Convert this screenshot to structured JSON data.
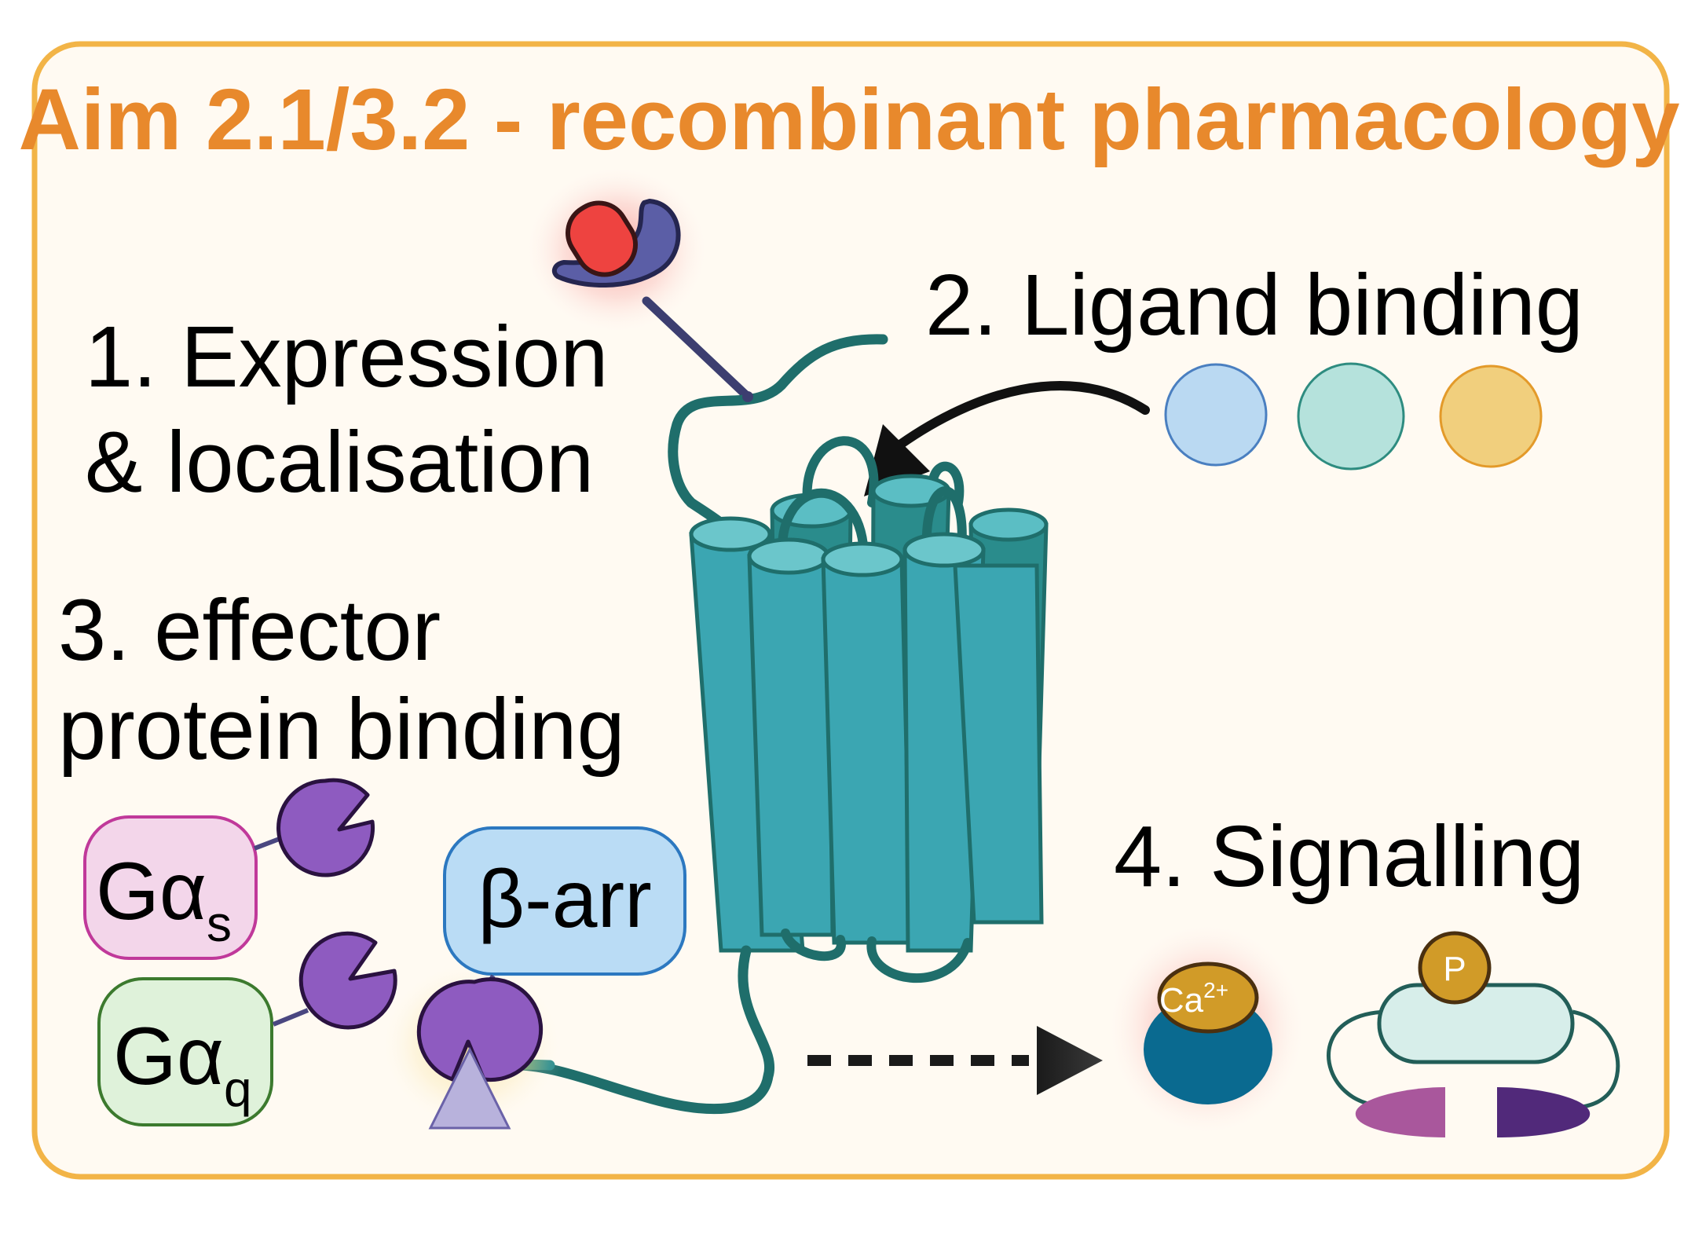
{
  "title": "Aim 2.1/3.2 - recombinant pharmacology",
  "steps": {
    "expression_line1": "1. Expression",
    "expression_line2": "& localisation",
    "ligand": "2. Ligand binding",
    "effector_line1": "3. effector",
    "effector_line2": "protein binding",
    "signalling": "4. Signalling"
  },
  "effectors": {
    "gas_main": "Gα",
    "gas_sub": "s",
    "gaq_main": "Gα",
    "gaq_sub": "q",
    "barr": "β-arr"
  },
  "signals": {
    "calcium": "Ca",
    "calcium_charge": "2+",
    "phospho": "P"
  },
  "colors": {
    "title": "#E8892C",
    "frame_border": "#F2B447",
    "frame_fill": "#FFFAF2",
    "receptor": "#3BA6B2",
    "receptor_dark": "#2A8C8C",
    "receptor_outline": "#1F6E6B",
    "ligand_blue": "#BAD9F2",
    "ligand_teal": "#B5E2DC",
    "ligand_yellow": "#F1CF7D",
    "gas_fill": "#F3D6EA",
    "gas_border": "#C0399A",
    "gaq_fill": "#DFF2DA",
    "gaq_border": "#3C7A2E",
    "barr_fill": "#BADCF5",
    "barr_border": "#2C78C0",
    "effector_purple": "#8E5BC0",
    "calcium_blue": "#0A6A90",
    "phospho_gold": "#D19B28",
    "antibody": "#5B5EA6",
    "tag_red": "#EE4340"
  },
  "icons": [
    "fluorescent-antibody-icon",
    "gpcr-receptor-icon",
    "ligand-circle-icon",
    "effector-pacman-icon",
    "calcium-ion-icon",
    "phosphorylation-biosensor-icon",
    "dashed-arrow-icon"
  ]
}
